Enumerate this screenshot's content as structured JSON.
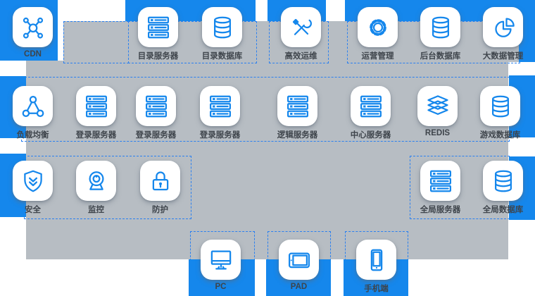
{
  "colors": {
    "accent": "#1587EC",
    "panel": "#B7BDC3",
    "card": "#FFFFFF",
    "label_text": "#3E444B",
    "outline": "#2A80F0",
    "background": "#FFFFFF"
  },
  "nodes": [
    {
      "label": "CDN",
      "icon": "hub-icon"
    },
    {
      "label": "目录服务器",
      "icon": "server-icon"
    },
    {
      "label": "目录数据库",
      "icon": "database-icon"
    },
    {
      "label": "高效运维",
      "icon": "tools-icon"
    },
    {
      "label": "运营管理",
      "icon": "gear-icon"
    },
    {
      "label": "后台数据库",
      "icon": "database-icon"
    },
    {
      "label": "大数据管理",
      "icon": "pie-chart-icon"
    },
    {
      "label": "负载均衡",
      "icon": "load-balancer-icon"
    },
    {
      "label": "登录服务器",
      "icon": "server-icon"
    },
    {
      "label": "登录服务器",
      "icon": "server-icon"
    },
    {
      "label": "登录服务器",
      "icon": "server-icon"
    },
    {
      "label": "逻辑服务器",
      "icon": "server-icon"
    },
    {
      "label": "中心服务器",
      "icon": "server-icon"
    },
    {
      "label": "REDIS",
      "icon": "layers-icon"
    },
    {
      "label": "游戏数据库",
      "icon": "database-icon"
    },
    {
      "label": "安全",
      "icon": "shield-icon"
    },
    {
      "label": "监控",
      "icon": "camera-icon"
    },
    {
      "label": "防护",
      "icon": "lock-icon"
    },
    {
      "label": "全局服务器",
      "icon": "server-icon"
    },
    {
      "label": "全局数据库",
      "icon": "database-icon"
    },
    {
      "label": "PC",
      "icon": "desktop-icon"
    },
    {
      "label": "PAD",
      "icon": "tablet-icon"
    },
    {
      "label": "手机端",
      "icon": "phone-icon"
    }
  ]
}
